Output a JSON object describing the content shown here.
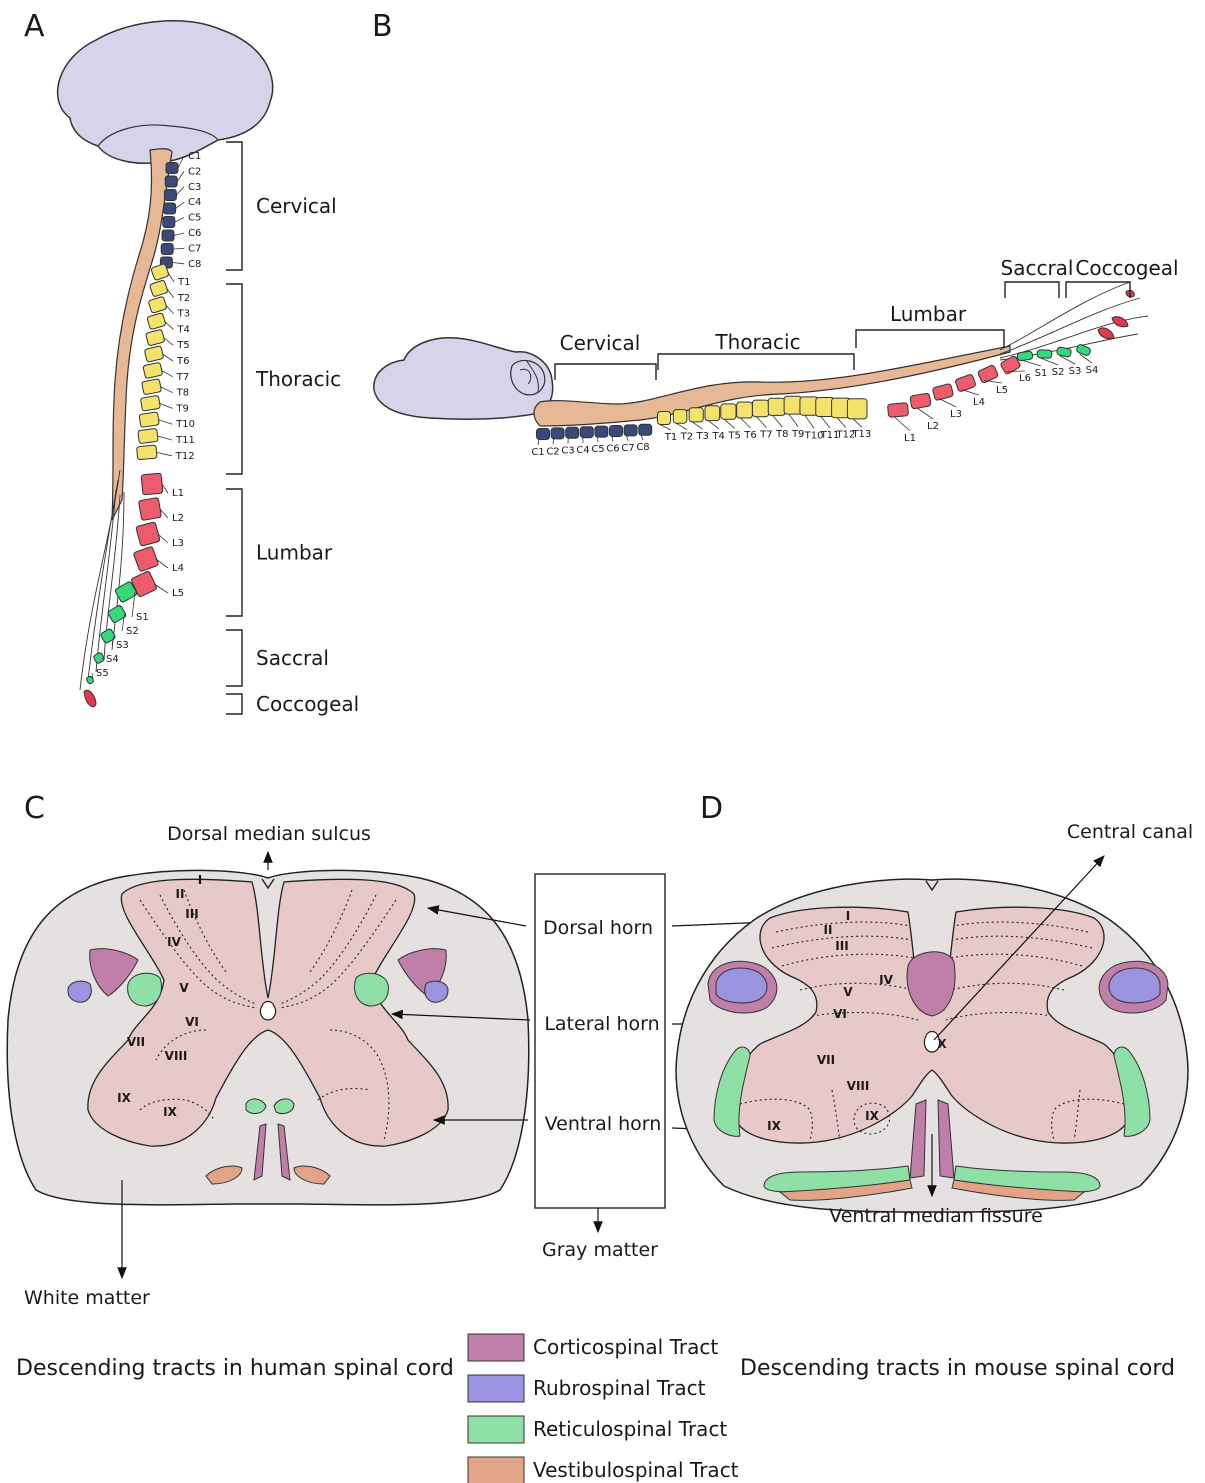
{
  "panels": {
    "a": {
      "letter": "A",
      "regions": [
        "Cervical",
        "Thoracic",
        "Lumbar",
        "Saccral",
        "Coccogeal"
      ],
      "cervical": [
        "C1",
        "C2",
        "C3",
        "C4",
        "C5",
        "C6",
        "C7",
        "C8"
      ],
      "thoracic": [
        "T1",
        "T2",
        "T3",
        "T4",
        "T5",
        "T6",
        "T7",
        "T8",
        "T9",
        "T10",
        "T11",
        "T12"
      ],
      "lumbar": [
        "L1",
        "L2",
        "L3",
        "L4",
        "L5"
      ],
      "sacral": [
        "S1",
        "S2",
        "S3",
        "S4",
        "S5"
      ]
    },
    "b": {
      "letter": "B",
      "regions": [
        "Cervical",
        "Thoracic",
        "Lumbar",
        "Saccral",
        "Coccogeal"
      ],
      "cervical": [
        "C1",
        "C2",
        "C3",
        "C4",
        "C5",
        "C6",
        "C7",
        "C8"
      ],
      "thoracic": [
        "T1",
        "T2",
        "T3",
        "T4",
        "T5",
        "T6",
        "T7",
        "T8",
        "T9",
        "T10",
        "T11",
        "T12",
        "T13"
      ],
      "lumbar": [
        "L1",
        "L2",
        "L3",
        "L4",
        "L5",
        "L6"
      ],
      "sacral": [
        "S1",
        "S2",
        "S3",
        "S4"
      ]
    },
    "c": {
      "letter": "C",
      "dorsal_median_sulcus": "Dorsal median sulcus",
      "white_matter": "White matter",
      "caption": "Descending tracts in human spinal cord",
      "laminae": [
        "I",
        "II",
        "III",
        "IV",
        "V",
        "VI",
        "VII",
        "VIII",
        "IX",
        "IX"
      ]
    },
    "d": {
      "letter": "D",
      "central_canal": "Central canal",
      "ventral_median_fissure": "Ventral median fissure",
      "caption": "Descending tracts in mouse  spinal cord",
      "laminae": [
        "I",
        "II",
        "III",
        "IV",
        "V",
        "VI",
        "VII",
        "VIII",
        "IX",
        "IX",
        "X"
      ]
    }
  },
  "gray_matter_box": {
    "dorsal_horn": "Dorsal horn",
    "lateral_horn": "Lateral horn",
    "ventral_horn": "Ventral horn",
    "gray_matter": "Gray matter"
  },
  "legend": [
    {
      "label": "Corticospinal Tract",
      "color": "#c07fa9"
    },
    {
      "label": "Rubrospinal Tract",
      "color": "#9c93e0"
    },
    {
      "label": "Reticulospinal Tract",
      "color": "#8fe0a6"
    },
    {
      "label": "Vestibulospinal Tract",
      "color": "#e1a488"
    }
  ],
  "colors": {
    "brain": "#d6d3ea",
    "cord": "#e6b896",
    "cervical_vertebra": "#3a4a78",
    "thoracic_vertebra": "#f4e36a",
    "lumbar_vertebra": "#ee5b6d",
    "sacral_vertebra": "#34d97a",
    "coccygeal_vertebra": "#e03a4c",
    "white_matter": "#e6e1e1",
    "gray_matter": "#e8c9c9"
  }
}
